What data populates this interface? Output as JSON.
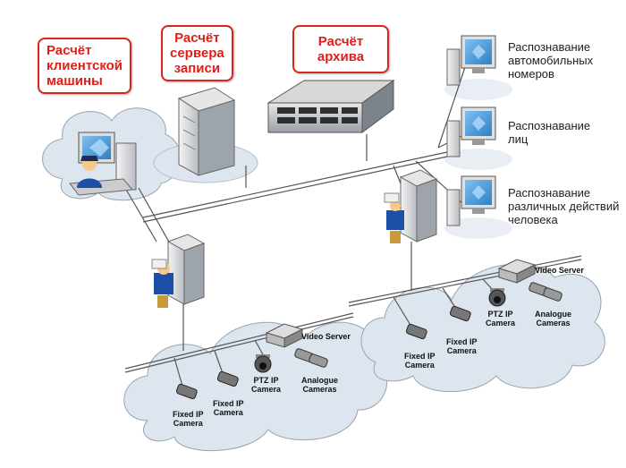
{
  "callouts": {
    "client": [
      "Расчёт",
      "клиентской",
      "машины"
    ],
    "recording_server": [
      "Расчёт",
      "сервера",
      "записи"
    ],
    "archive": [
      "Расчёт",
      "архива"
    ]
  },
  "analytics": {
    "plates": [
      "Распознавание",
      "автомобильных",
      "номеров"
    ],
    "faces": [
      "Распознавание",
      "лиц"
    ],
    "actions": [
      "Распознавание",
      "различных действий",
      "человека"
    ]
  },
  "left_cluster": {
    "video_server": "Video Server",
    "ptz_camera": [
      "PTZ IP",
      "Camera"
    ],
    "analogue_cameras": [
      "Analogue",
      "Cameras"
    ],
    "fixed_camera_1": [
      "Fixed IP",
      "Camera"
    ],
    "fixed_camera_2": [
      "Fixed IP",
      "Camera"
    ]
  },
  "right_cluster": {
    "video_server": "Video Server",
    "ptz_camera": [
      "PTZ IP",
      "Camera"
    ],
    "analogue_cameras": [
      "Analogue",
      "Cameras"
    ],
    "fixed_camera_1": [
      "Fixed IP",
      "Camera"
    ],
    "fixed_camera_2": [
      "Fixed IP",
      "Camera"
    ]
  },
  "colors": {
    "callout_border": "#d9251c",
    "callout_text": "#e01e17",
    "cloud_fill": "#dde6ee",
    "monitor_screen": "#2f7fc4"
  }
}
